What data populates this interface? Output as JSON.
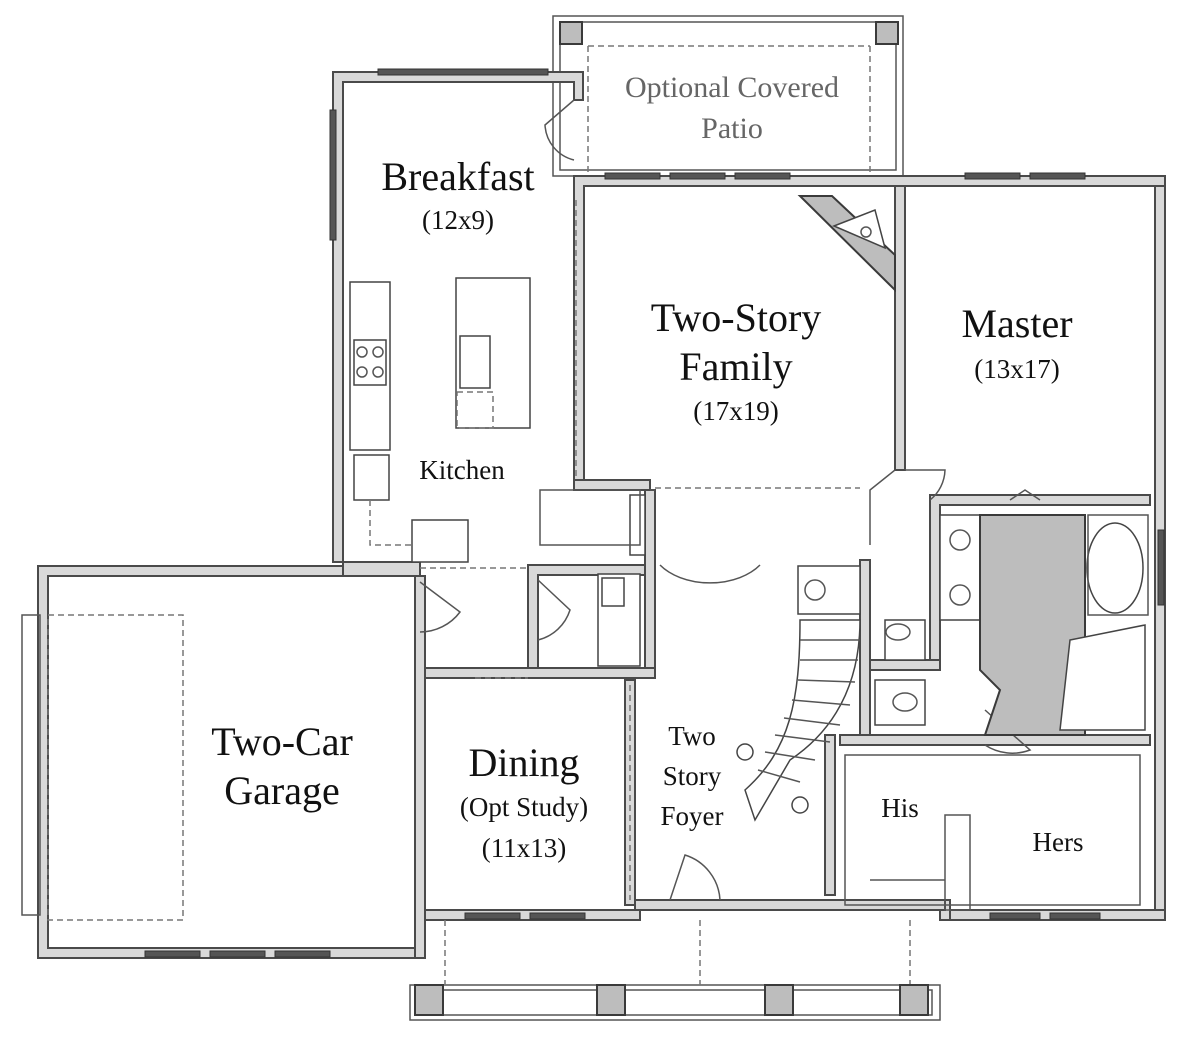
{
  "rooms": {
    "patio": {
      "line1": "Optional Covered",
      "line2": "Patio"
    },
    "breakfast": {
      "name": "Breakfast",
      "size": "(12x9)"
    },
    "family": {
      "line1": "Two-Story",
      "line2": "Family",
      "size": "(17x19)"
    },
    "master": {
      "name": "Master",
      "size": "(13x17)"
    },
    "kitchen": {
      "name": "Kitchen"
    },
    "garage": {
      "line1": "Two-Car",
      "line2": "Garage"
    },
    "dining": {
      "name": "Dining",
      "note": "(Opt Study)",
      "size": "(11x13)"
    },
    "foyer": {
      "line1": "Two",
      "line2": "Story",
      "line3": "Foyer"
    },
    "his": {
      "name": "His"
    },
    "hers": {
      "name": "Hers"
    }
  },
  "colors": {
    "wall_fill": "#d9d9d9",
    "wall_stroke": "#4a4a4a",
    "closet_shade": "#bdbdbd",
    "window": "#555555"
  }
}
